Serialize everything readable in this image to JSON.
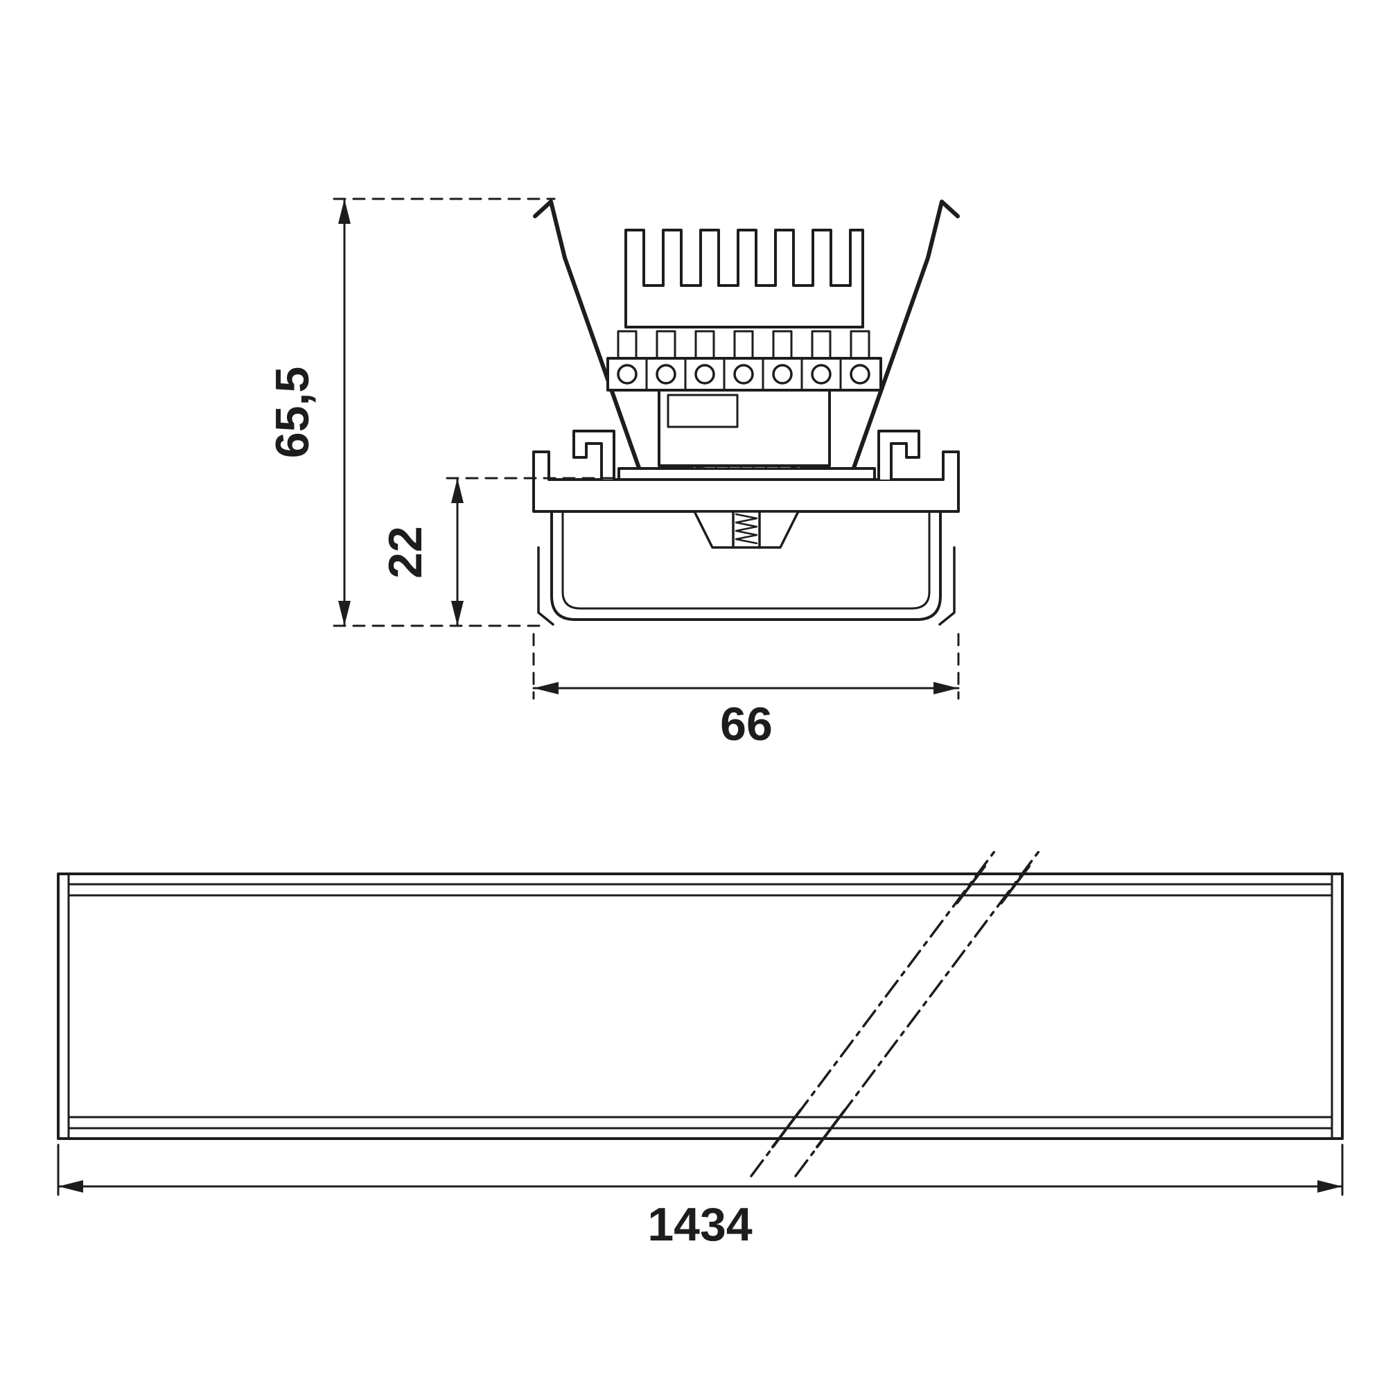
{
  "drawing": {
    "type": "technical-dimension-drawing",
    "background": "#ffffff",
    "line_color": "#1d1d1b",
    "views": {
      "cross_section": {
        "dim_total_height": "65,5",
        "dim_recess_depth": "22",
        "dim_width": "66"
      },
      "side_view": {
        "dim_length": "1434"
      }
    }
  }
}
